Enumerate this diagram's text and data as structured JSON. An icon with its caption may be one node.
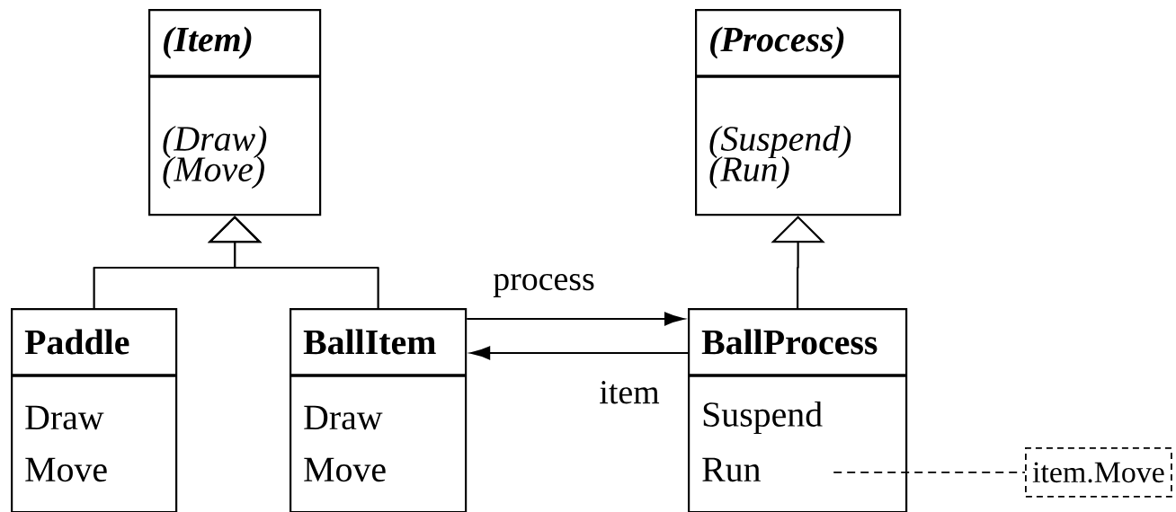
{
  "diagram": {
    "nodes": [
      {
        "text": [
          "(Item)",
          "(Draw)",
          "(Move)"
        ]
      },
      {
        "text": [
          "(Process)",
          "(Suspend)",
          "(Run)"
        ]
      },
      {
        "text": [
          "Paddle",
          "Draw",
          "Move"
        ]
      },
      {
        "text": [
          "BallItem",
          "Draw",
          "Move"
        ]
      },
      {
        "text": [
          "BallProcess",
          "Suspend",
          "Run"
        ]
      },
      {
        "text": [
          "item.Move"
        ]
      }
    ],
    "edges": [
      {
        "from": 2,
        "to": 0,
        "arrow": "to"
      },
      {
        "from": 3,
        "to": 0,
        "arrow": "to"
      },
      {
        "from": 4,
        "to": 1,
        "arrow": "to"
      },
      {
        "from": 3,
        "to": 4,
        "arrow": "to",
        "label": "process"
      },
      {
        "from": 4,
        "to": 3,
        "arrow": "to",
        "label": "item"
      },
      {
        "from": 4,
        "to": 5,
        "arrow": "none",
        "style": "dashed"
      }
    ]
  }
}
